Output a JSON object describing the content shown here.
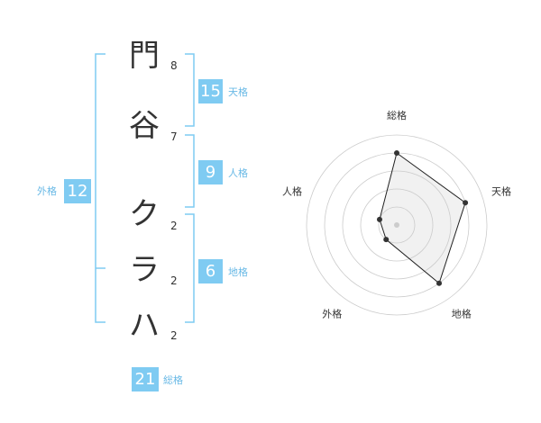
{
  "name": {
    "chars": [
      {
        "char": "門",
        "strokes": "8"
      },
      {
        "char": "谷",
        "strokes": "7"
      },
      {
        "char": "ク",
        "strokes": "2"
      },
      {
        "char": "ラ",
        "strokes": "2"
      },
      {
        "char": "ハ",
        "strokes": "2"
      }
    ]
  },
  "grids": {
    "tenkaku": {
      "value": "15",
      "label": "天格"
    },
    "jinkaku": {
      "value": "9",
      "label": "人格"
    },
    "chikaku": {
      "value": "6",
      "label": "地格"
    },
    "gaikaku": {
      "value": "12",
      "label": "外格"
    },
    "soukaku": {
      "value": "21",
      "label": "総格"
    }
  },
  "colors": {
    "bracket": "#7fcbf2",
    "badge": "#7fcbf2",
    "label": "#69b9e6",
    "text": "#333333"
  },
  "chart_data": {
    "type": "radar",
    "axes": [
      "総格",
      "天格",
      "地格",
      "外格",
      "人格"
    ],
    "values": [
      4,
      4,
      4,
      1,
      1
    ],
    "max": 5,
    "rings": 5
  }
}
